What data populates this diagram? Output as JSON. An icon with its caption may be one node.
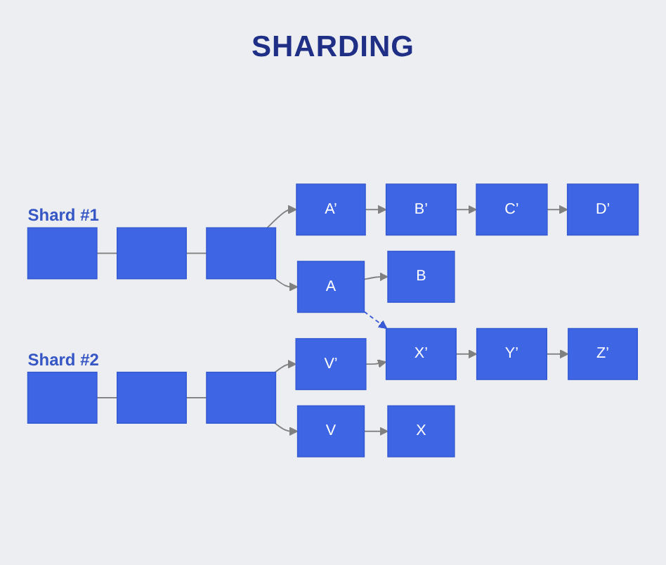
{
  "diagram": {
    "title": "SHARDING",
    "nodes": [
      {
        "text": [],
        "shape": "box"
      },
      {
        "text": [],
        "shape": "box"
      },
      {
        "text": [],
        "shape": "box"
      },
      {
        "text": [
          "A’"
        ]
      },
      {
        "text": [
          "B’"
        ]
      },
      {
        "text": [
          "C’"
        ]
      },
      {
        "text": [
          "D’"
        ]
      },
      {
        "text": [
          "A"
        ]
      },
      {
        "text": [
          "B"
        ]
      },
      {
        "text": [],
        "shape": "box"
      },
      {
        "text": [],
        "shape": "box"
      },
      {
        "text": [],
        "shape": "box"
      },
      {
        "text": [
          "V’"
        ]
      },
      {
        "text": [
          "X’"
        ]
      },
      {
        "text": [
          "Y’"
        ]
      },
      {
        "text": [
          "Z’"
        ]
      },
      {
        "text": [
          "V"
        ]
      },
      {
        "text": [
          "X"
        ]
      }
    ],
    "edges": [
      {
        "from": 0,
        "to": 1,
        "arrow": "none"
      },
      {
        "from": 1,
        "to": 2,
        "arrow": "none"
      },
      {
        "from": 2,
        "to": 3,
        "arrow": "to"
      },
      {
        "from": 2,
        "to": 7,
        "arrow": "to"
      },
      {
        "from": 3,
        "to": 4,
        "arrow": "to"
      },
      {
        "from": 4,
        "to": 5,
        "arrow": "to"
      },
      {
        "from": 5,
        "to": 6,
        "arrow": "to"
      },
      {
        "from": 7,
        "to": 8,
        "arrow": "to"
      },
      {
        "from": 7,
        "to": 13,
        "arrow": "to",
        "style": "dashed",
        "color": "#3a5bd6"
      },
      {
        "from": 9,
        "to": 10,
        "arrow": "none"
      },
      {
        "from": 10,
        "to": 11,
        "arrow": "none"
      },
      {
        "from": 11,
        "to": 12,
        "arrow": "to"
      },
      {
        "from": 11,
        "to": 16,
        "arrow": "to"
      },
      {
        "from": 12,
        "to": 13,
        "arrow": "to"
      },
      {
        "from": 13,
        "to": 14,
        "arrow": "to"
      },
      {
        "from": 14,
        "to": 15,
        "arrow": "to"
      },
      {
        "from": 16,
        "to": 17,
        "arrow": "to"
      }
    ],
    "labels": [
      "Shard #1",
      "Shard #2"
    ]
  }
}
